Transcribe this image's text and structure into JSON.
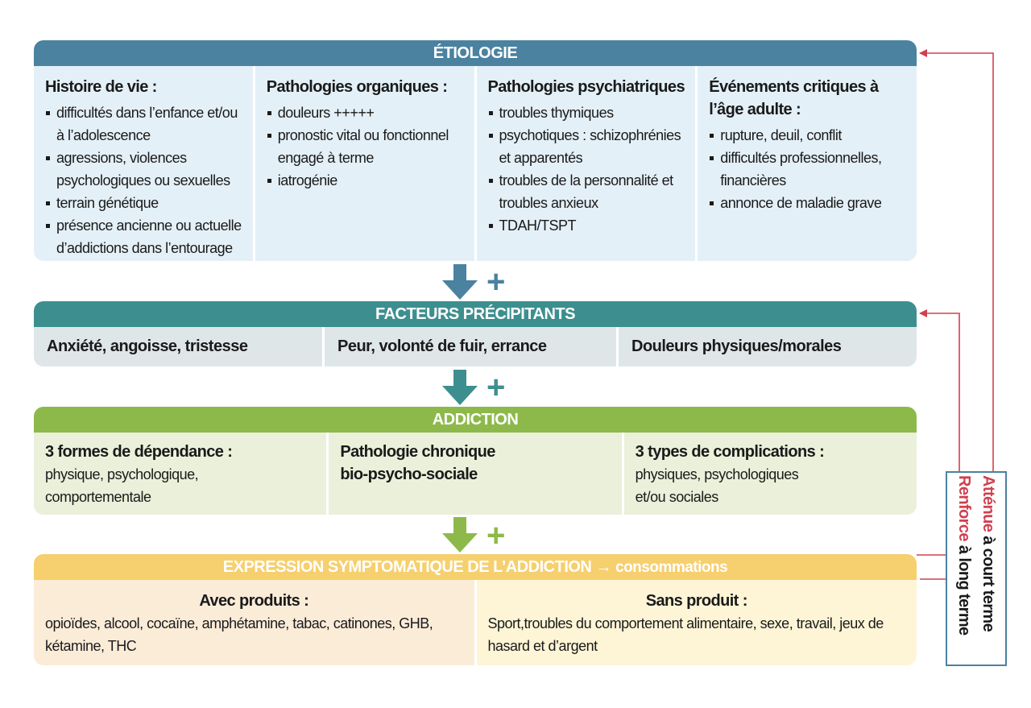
{
  "etiologie": {
    "title": "ÉTIOLOGIE",
    "columns": [
      {
        "title": "Histoire de vie :",
        "items": [
          "difficultés dans l’enfance et/ou à l’adolescence",
          "agressions, violences psychologiques ou sexuelles",
          "terrain génétique",
          "présence ancienne ou actuelle d’addictions dans l’entourage"
        ]
      },
      {
        "title": "Pathologies organiques :",
        "items": [
          "douleurs +++++",
          "pronostic vital ou fonctionnel engagé à terme",
          "iatrogénie"
        ]
      },
      {
        "title": "Pathologies psychiatriques",
        "items": [
          "troubles thymiques",
          "psychotiques : schizophrénies et apparentés",
          "troubles de la personnalité et troubles anxieux",
          "TDAH/TSPT"
        ]
      },
      {
        "title": "Événements critiques à l’âge adulte :",
        "items": [
          "rupture, deuil, conflit",
          "difficultés professionnelles, financières",
          "annonce de maladie grave"
        ]
      }
    ]
  },
  "facteurs": {
    "title": "FACTEURS PRÉCIPITANTS",
    "cells": [
      "Anxiété, angoisse, tristesse",
      "Peur, volonté de fuir, errance",
      "Douleurs physiques/morales"
    ]
  },
  "addiction": {
    "title": "ADDICTION",
    "cells": [
      {
        "title": "3 formes de dépendance :",
        "text": "physique, psychologique, comportementale"
      },
      {
        "title": "Pathologie chronique bio-psycho-sociale",
        "text": ""
      },
      {
        "title": "3 types de complications :",
        "text": "physiques, psychologiques et/ou sociales"
      }
    ]
  },
  "expression": {
    "title": "EXPRESSION SYMPTOMATIQUE DE L’ADDICTION",
    "arrow_symbol": "→",
    "title_suffix": "consommations",
    "left": {
      "title": "Avec produits :",
      "text": "opioïdes, alcool, cocaïne, amphétamine, tabac, catinones, GHB, kétamine, THC"
    },
    "right": {
      "title": "Sans produit :",
      "text": "Sport,troubles du comportement alimentaire, sexe, travail, jeux de hasard et d’argent"
    }
  },
  "connectors": {
    "plus": "+"
  },
  "side": {
    "line1_red": "Atténue",
    "line1_rest": " à court terme",
    "line2_red": "Renforce",
    "line2_rest": " à long terme"
  },
  "colors": {
    "etiologie": "#4a82a0",
    "facteurs": "#3d8f8f",
    "addiction": "#8db94a",
    "expression": "#f6cf6e",
    "feedback_arrow": "#d0404f"
  }
}
